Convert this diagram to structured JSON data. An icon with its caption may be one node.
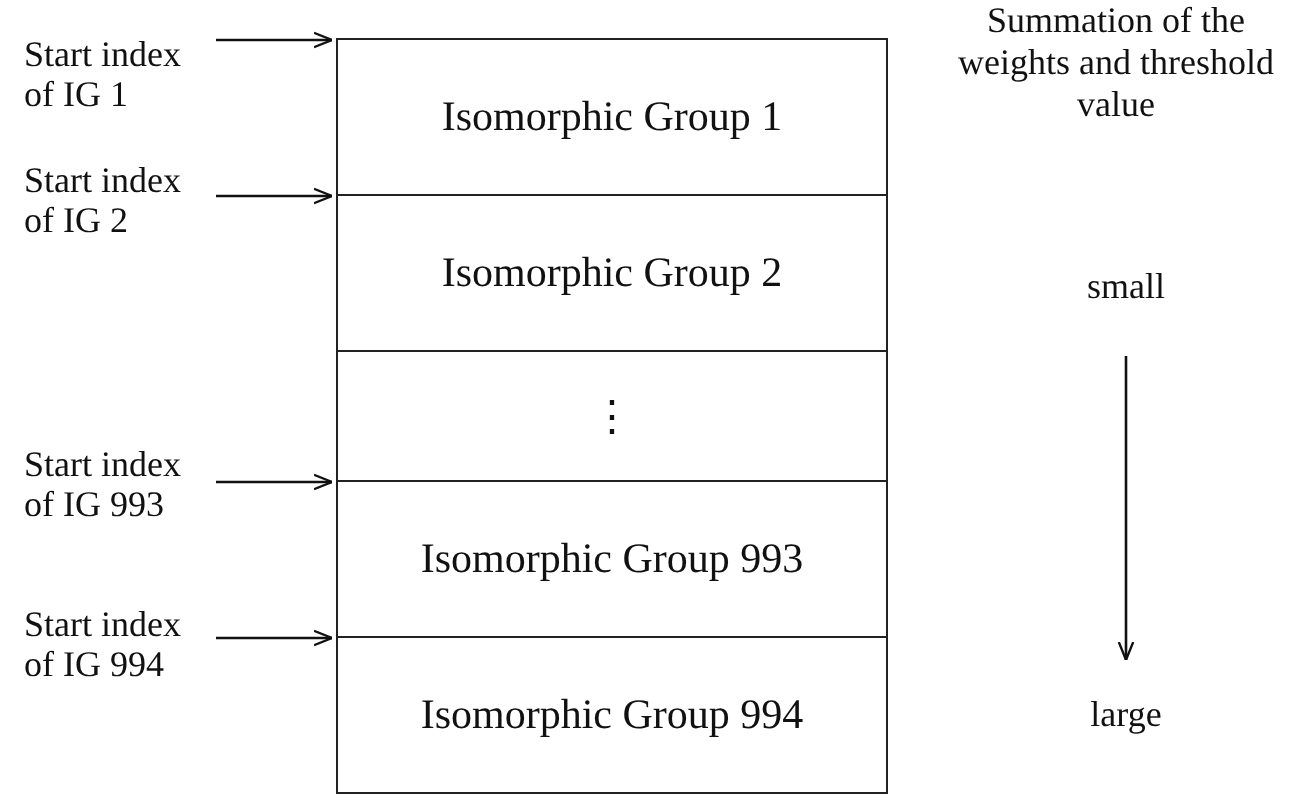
{
  "diagram": {
    "nodes": [
      {
        "text": [
          "Start index of IG 1"
        ]
      },
      {
        "text": [
          "Isomorphic Group 1"
        ]
      },
      {
        "text": [
          "Start index of IG 2"
        ]
      },
      {
        "text": [
          "Isomorphic Group 2"
        ]
      },
      {
        "text": [
          "⋮"
        ]
      },
      {
        "text": [
          "Start index of IG 993"
        ]
      },
      {
        "text": [
          "Isomorphic Group 993"
        ]
      },
      {
        "text": [
          "Start index of IG 994"
        ]
      },
      {
        "text": [
          "Isomorphic Group 994"
        ]
      },
      {
        "text": [
          "Summation of the weights and threshold value"
        ]
      },
      {
        "text": [
          "small"
        ]
      },
      {
        "text": [
          "large"
        ]
      }
    ],
    "edges": [
      {
        "from": 0,
        "to": 1,
        "arrow": "to"
      },
      {
        "from": 2,
        "to": 3,
        "arrow": "to"
      },
      {
        "from": 5,
        "to": 6,
        "arrow": "to"
      },
      {
        "from": 7,
        "to": 8,
        "arrow": "to"
      },
      {
        "from": 10,
        "to": 11,
        "arrow": "to"
      }
    ]
  }
}
